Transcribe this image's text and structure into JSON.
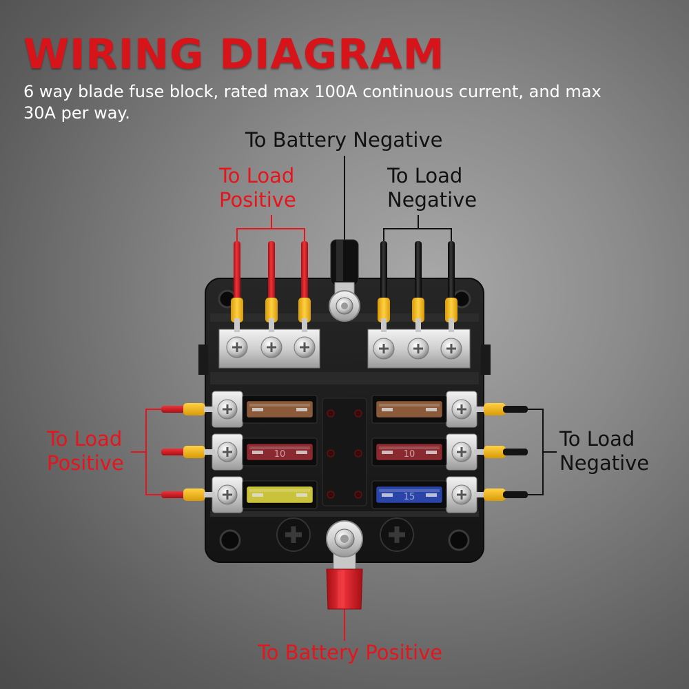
{
  "header": {
    "title": "WIRING DIAGRAM",
    "subtitle": "6 way blade fuse block, rated max 100A continuous current, and max 30A per way."
  },
  "labels": {
    "battery_negative": "To Battery Negative",
    "top_load_positive": [
      "To Load",
      "Positive"
    ],
    "top_load_negative": [
      "To Load",
      "Negative"
    ],
    "left_load_positive": [
      "To Load",
      "Positive"
    ],
    "right_load_negative": [
      "To Load",
      "Negative"
    ],
    "battery_positive": "To Battery Positive"
  },
  "fuses": {
    "left": [
      {
        "rating": "",
        "color": "#8a5a3a"
      },
      {
        "rating": "10",
        "color": "#8a2a30"
      },
      {
        "rating": "",
        "color": "#c9c23a"
      }
    ],
    "right": [
      {
        "rating": "",
        "color": "#8a5a3a"
      },
      {
        "rating": "10",
        "color": "#8a2a30"
      },
      {
        "rating": "15",
        "color": "#2a44a8"
      }
    ]
  },
  "colors": {
    "title_red": "#d8141b",
    "label_red": "#e8141b",
    "label_black": "#111111",
    "wire_red": "#d91a22",
    "wire_black": "#161616",
    "ferrule_yellow": "#f2b319",
    "block_body": "#1c1c1c"
  }
}
